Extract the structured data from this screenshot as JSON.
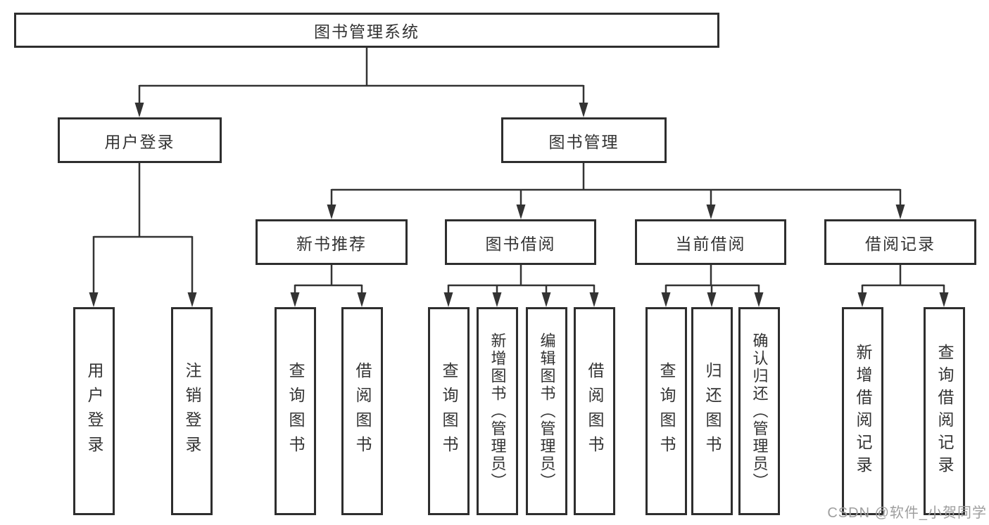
{
  "tree": {
    "root": "图书管理系统",
    "user_login": {
      "label": "用户登录",
      "children": [
        "用户登录",
        "注销登录"
      ]
    },
    "book_mgmt": {
      "label": "图书管理",
      "sections": [
        {
          "label": "新书推荐",
          "children": [
            "查询图书",
            "借阅图书"
          ]
        },
        {
          "label": "图书借阅",
          "children": [
            "查询图书",
            "新增图书（管理员）",
            "编辑图书（管理员）",
            "借阅图书"
          ]
        },
        {
          "label": "当前借阅",
          "children": [
            "查询图书",
            "归还图书",
            "确认归还（管理员）"
          ]
        },
        {
          "label": "借阅记录",
          "children": [
            "新增借阅记录",
            "查询借阅记录"
          ]
        }
      ]
    }
  },
  "watermark": "CSDN @软件_小贺同学",
  "colors": {
    "line": "#333333",
    "box_border": "#2e2e2e",
    "text": "#333333",
    "watermark": "#9e9e9e",
    "background": "#ffffff"
  }
}
